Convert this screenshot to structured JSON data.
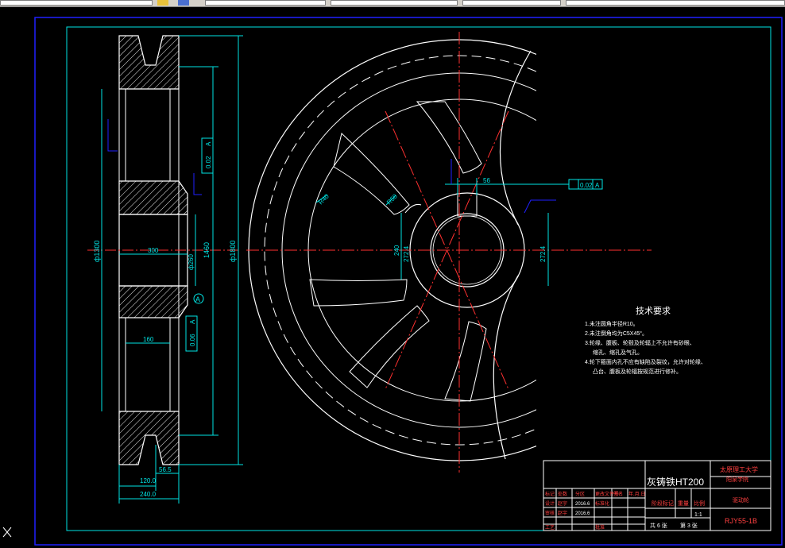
{
  "toolbar": {
    "fields": [
      "",
      "",
      "",
      "",
      ""
    ]
  },
  "drawing": {
    "dimensions": {
      "d_outer": "ф1800",
      "d_mid": "1460",
      "d_pitch": "ф1300",
      "d_hub": "ф260",
      "len_300": "300",
      "len_160": "160",
      "len_120": "120.0",
      "len_240": "240.0",
      "len_56": "56.5",
      "keyway_w": "56",
      "keyway_h": "272.4",
      "bore": "240",
      "r_fillet": "R40",
      "r_inner": "R50"
    },
    "tolerances": {
      "radial_runout": "0.02",
      "axial_runout": "0.06",
      "symmetry": "0.02",
      "datum": "A"
    },
    "tech_requirements": {
      "heading": "技术要求",
      "items": [
        "1.未注圆角半径R10。",
        "2.未注倒角均为C5X45°。",
        "3.轮缘、腹板、轮毂及轮辐上不允许有砂眼、",
        "缩孔、缩孔及气孔。",
        "4.轮下箍面内孔不应有缺陷及裂纹，允许对轮缘、",
        "凸台、腹板及轮辐按规范进行修补。"
      ]
    },
    "title_block": {
      "material": "灰铸铁HT200",
      "school": "太原理工大学",
      "dept": "阳泉学院",
      "part_name": "驱动轮",
      "drawing_no": "RJY55-1B",
      "scale_label": "比例",
      "scale": "1:1",
      "weight_label": "重量",
      "stage_label": "阶段标记",
      "sheet_total": "共 6 张",
      "sheet_no": "第 3 张",
      "row_labels": [
        "标记",
        "处数",
        "分区",
        "更改文件号",
        "签名",
        "年.月.日"
      ],
      "roles": [
        "设计",
        "审核",
        "工艺",
        "标准化",
        "批准"
      ],
      "names": [
        "赵宇",
        "赵宇"
      ],
      "dates": [
        "2016.6",
        "2016.6"
      ],
      "std": "标准化"
    }
  }
}
